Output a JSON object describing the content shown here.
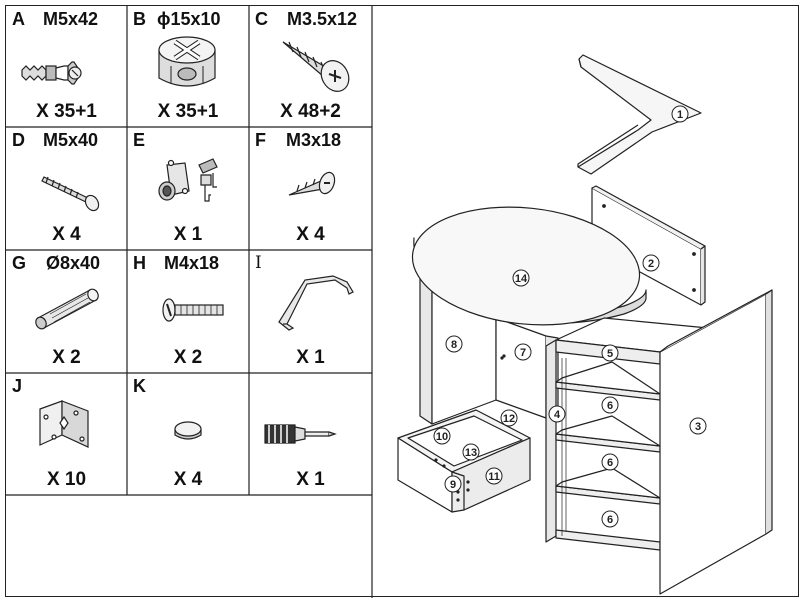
{
  "hardware": [
    {
      "letter": "A",
      "spec": "M5x42",
      "qty": "X 35+1",
      "icon": "cam-bolt-icon"
    },
    {
      "letter": "B",
      "spec": "ϕ15x10",
      "qty": "X 35+1",
      "icon": "cam-lock-icon"
    },
    {
      "letter": "C",
      "spec": "M3.5x12",
      "qty": "X 48+2",
      "icon": "wood-screw-icon"
    },
    {
      "letter": "D",
      "spec": "M5x40",
      "qty": "X 4",
      "icon": "long-screw-icon"
    },
    {
      "letter": "E",
      "spec": "",
      "qty": "X 1",
      "icon": "drawer-lock-with-keys-icon"
    },
    {
      "letter": "F",
      "spec": "M3x18",
      "qty": "X 4",
      "icon": "short-screw-icon"
    },
    {
      "letter": "G",
      "spec": "Ø8x40",
      "qty": "X 2",
      "icon": "wood-dowel-icon"
    },
    {
      "letter": "H",
      "spec": "M4x18",
      "qty": "X 2",
      "icon": "machine-screw-icon"
    },
    {
      "letter": "I",
      "spec": "",
      "qty": "X 1",
      "icon": "drawer-handle-icon"
    },
    {
      "letter": "J",
      "spec": "",
      "qty": "X 10",
      "icon": "angle-bracket-icon"
    },
    {
      "letter": "K",
      "spec": "",
      "qty": "X 4",
      "icon": "felt-pad-icon"
    },
    {
      "letter": "",
      "spec": "",
      "qty": "X 1",
      "icon": "screwdriver-icon"
    }
  ],
  "parts": [
    "1",
    "2",
    "3",
    "4",
    "5",
    "6",
    "6",
    "6",
    "7",
    "8",
    "9",
    "10",
    "11",
    "12",
    "13",
    "14"
  ]
}
